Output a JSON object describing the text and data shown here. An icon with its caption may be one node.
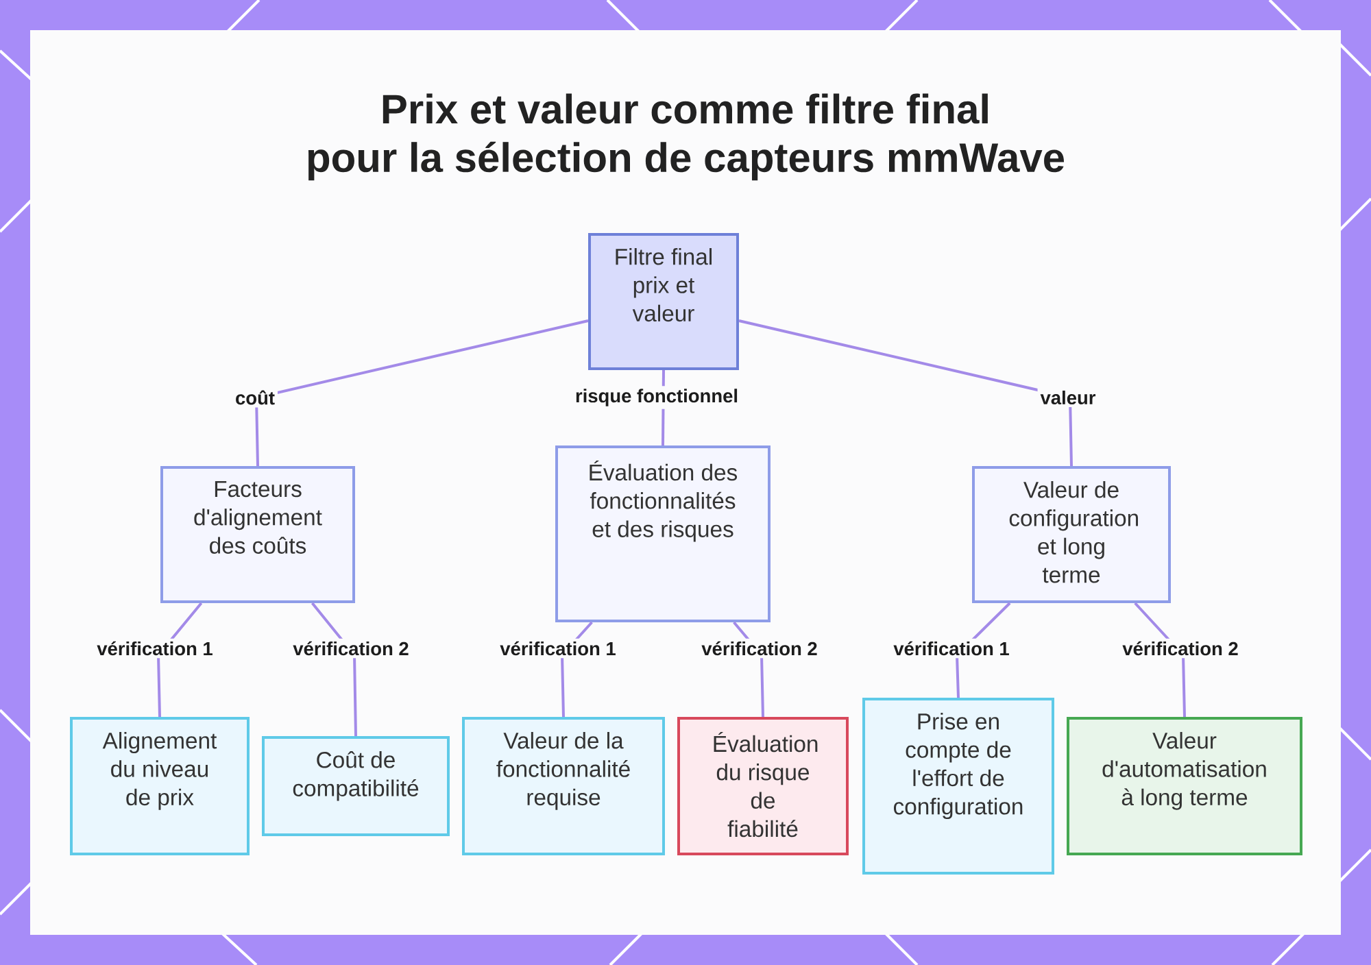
{
  "diagram": {
    "title": "Prix et valeur comme filtre final pour la sélection de capteurs mmWave",
    "nodes": [
      {
        "text": [
          "Filtre final prix et valeur"
        ]
      },
      {
        "text": [
          "Facteurs d'alignement des coûts"
        ]
      },
      {
        "text": [
          "Évaluation des fonctionnalités et des risques"
        ]
      },
      {
        "text": [
          "Valeur de configuration et long terme"
        ]
      },
      {
        "text": [
          "Alignement du niveau de prix"
        ]
      },
      {
        "text": [
          "Coût de compatibilité"
        ]
      },
      {
        "text": [
          "Valeur de la fonctionnalité requise"
        ]
      },
      {
        "text": [
          "Évaluation du risque de fiabilité"
        ]
      },
      {
        "text": [
          "Prise en compte de l'effort de configuration"
        ]
      },
      {
        "text": [
          "Valeur d'automatisation à long terme"
        ]
      }
    ],
    "edges": [
      {
        "from": 0,
        "to": 1,
        "arrow": "none",
        "label": "coût"
      },
      {
        "from": 0,
        "to": 2,
        "arrow": "none",
        "label": "risque fonctionnel"
      },
      {
        "from": 0,
        "to": 3,
        "arrow": "none",
        "label": "valeur"
      },
      {
        "from": 1,
        "to": 4,
        "arrow": "none",
        "label": "vérification 1"
      },
      {
        "from": 1,
        "to": 5,
        "arrow": "none",
        "label": "vérification 2"
      },
      {
        "from": 2,
        "to": 6,
        "arrow": "none",
        "label": "vérification 1"
      },
      {
        "from": 2,
        "to": 7,
        "arrow": "none",
        "label": "vérification 2"
      },
      {
        "from": 3,
        "to": 8,
        "arrow": "none",
        "label": "vérification 1"
      },
      {
        "from": 3,
        "to": 9,
        "arrow": "none",
        "label": "vérification 2"
      }
    ]
  }
}
